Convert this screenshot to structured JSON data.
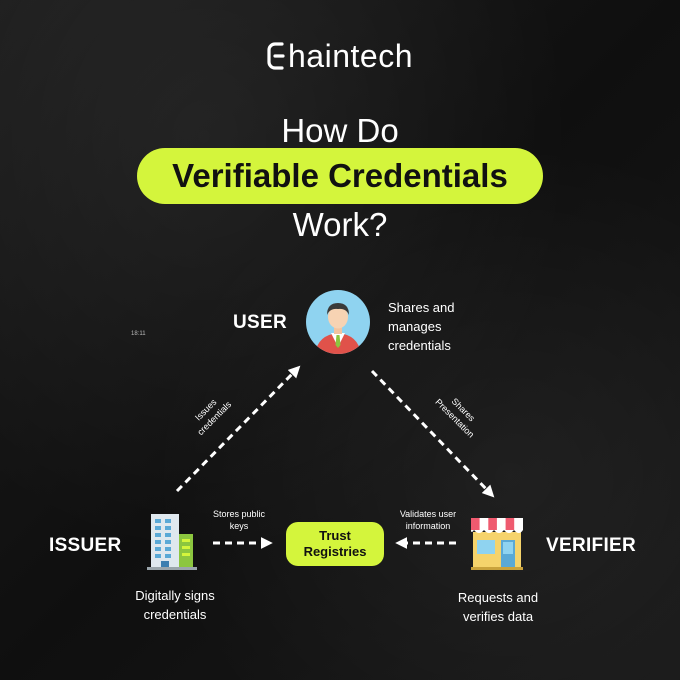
{
  "brand": {
    "name": "haintech"
  },
  "heading": {
    "line1": "How Do",
    "highlight": "Verifiable Credentials",
    "line3": "Work?"
  },
  "tiny_text": "18:11",
  "roles": {
    "user": {
      "label": "USER",
      "description": [
        "Shares and",
        "manages",
        "credentials"
      ]
    },
    "issuer": {
      "label": "ISSUER",
      "description": [
        "Digitally signs",
        "credentials"
      ]
    },
    "verifier": {
      "label": "VERIFIER",
      "description": [
        "Requests and",
        "verifies data"
      ]
    }
  },
  "trust_registries": {
    "label": [
      "Trust",
      "Registries"
    ]
  },
  "arrows": {
    "issues": [
      "Issues",
      "credentials"
    ],
    "shares": [
      "Shares",
      "Presentation"
    ],
    "stores": [
      "Stores public",
      "keys"
    ],
    "validates": [
      "Validates user",
      "information"
    ]
  },
  "colors": {
    "accent": "#d4f53c",
    "background": "#141414",
    "text": "#ffffff"
  },
  "icons": {
    "user": "businessman-avatar-icon",
    "issuer": "office-building-icon",
    "verifier": "storefront-icon",
    "brand": "chaintech-logo-icon"
  }
}
